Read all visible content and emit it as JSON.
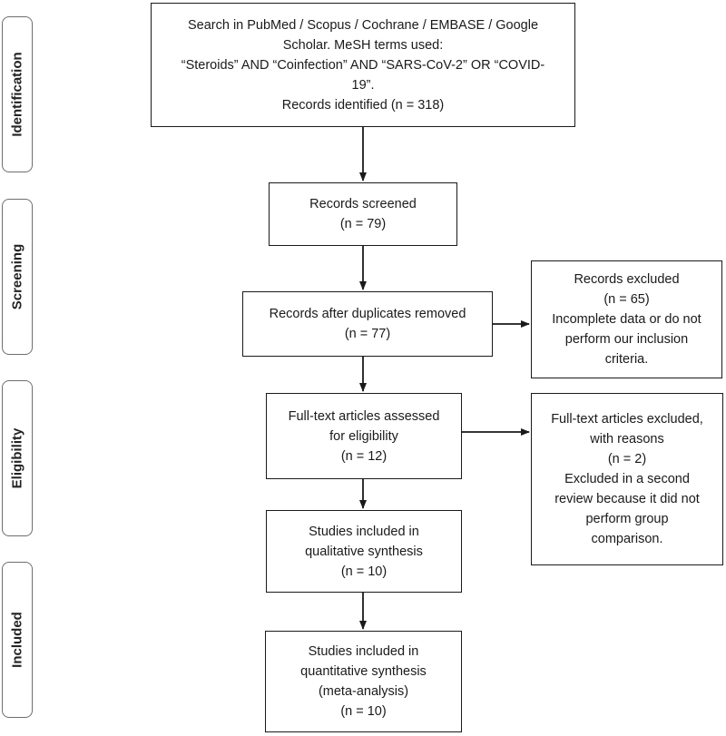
{
  "stages": [
    {
      "label": "Identification"
    },
    {
      "label": "Screening"
    },
    {
      "label": "Eligibility"
    },
    {
      "label": "Included"
    }
  ],
  "boxes": {
    "search": {
      "lines": [
        "Search in PubMed / Scopus / Cochrane / EMBASE / Google",
        "Scholar. MeSH terms used:",
        "“Steroids” AND “Coinfection” AND “SARS-CoV-2” OR “COVID-",
        "19”.",
        "Records identified (n = 318)"
      ]
    },
    "screened": {
      "lines": [
        "Records screened",
        "(n = 79)"
      ]
    },
    "after_duplicates": {
      "lines": [
        "Records after duplicates removed",
        "(n = 77)"
      ]
    },
    "excluded": {
      "lines": [
        "Records excluded",
        "(n = 65)",
        "Incomplete data or do not",
        "perform our inclusion",
        "criteria."
      ]
    },
    "fulltext": {
      "lines": [
        "Full-text articles assessed",
        "for eligibility",
        "(n = 12)"
      ]
    },
    "fulltext_excluded": {
      "lines": [
        "Full-text articles excluded,",
        "with reasons",
        "(n = 2)",
        "Excluded in a second",
        "review because it did not",
        "perform group",
        "comparison."
      ]
    },
    "qualitative": {
      "lines": [
        "Studies included in",
        "qualitative synthesis",
        "(n = 10)"
      ]
    },
    "quantitative": {
      "lines": [
        "Studies included in",
        "quantitative synthesis",
        "(meta-analysis)",
        "(n = 10)"
      ]
    }
  }
}
